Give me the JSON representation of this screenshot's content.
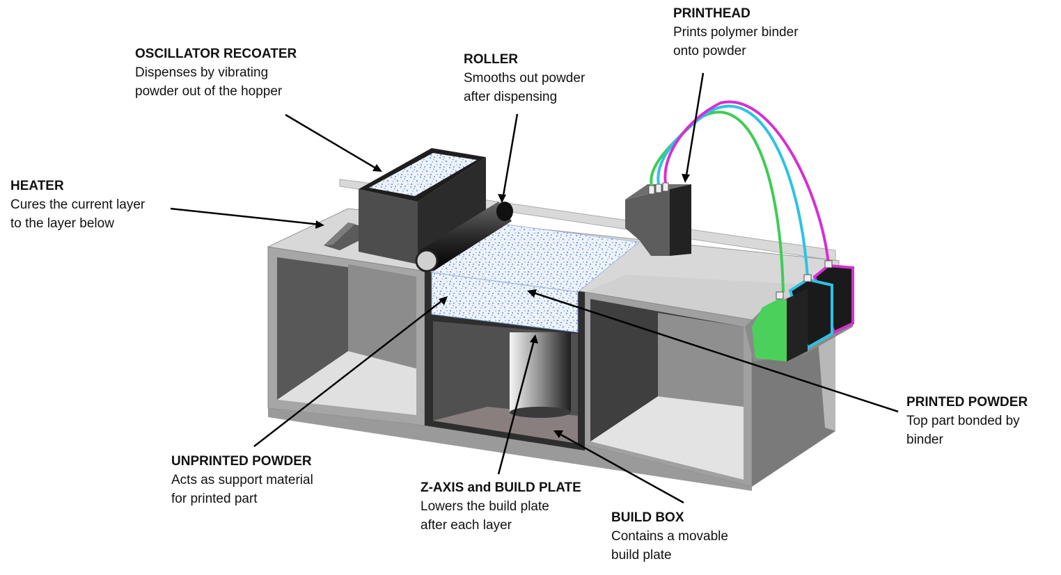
{
  "colors": {
    "ink_green": "#3fcc55",
    "ink_cyan": "#2bc3e6",
    "ink_magenta": "#d62fd2",
    "powder": "#8aa9d8",
    "machine_light": "#d9d9d9",
    "machine_mid": "#8c8c8c",
    "machine_dark": "#3a3a3a"
  },
  "callouts": {
    "printhead": {
      "title": "PRINTHEAD",
      "desc": "Prints polymer binder\nonto powder"
    },
    "oscillator": {
      "title": "OSCILLATOR RECOATER",
      "desc": "Dispenses by vibrating\npowder out of the hopper"
    },
    "roller": {
      "title": "ROLLER",
      "desc": "Smooths out powder\nafter dispensing"
    },
    "heater": {
      "title": "HEATER",
      "desc": "Cures the current layer\nto the layer below"
    },
    "printed_powder": {
      "title": "PRINTED POWDER",
      "desc": "Top part bonded by\nbinder"
    },
    "unprinted_powder": {
      "title": "UNPRINTED POWDER",
      "desc": "Acts as support material\nfor printed part"
    },
    "zaxis": {
      "title": "Z-AXIS and BUILD PLATE",
      "desc": "Lowers the build plate\nafter each layer"
    },
    "build_box": {
      "title": "BUILD BOX",
      "desc": "Contains a movable\nbuild plate"
    }
  }
}
